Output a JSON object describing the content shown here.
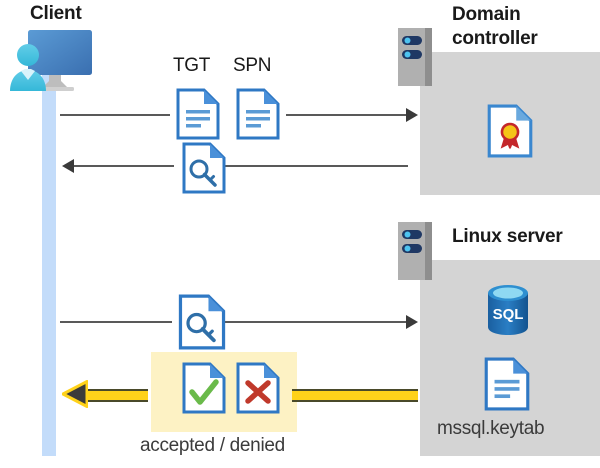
{
  "diagram": {
    "type": "kerberos-authentication-flow",
    "actors": {
      "client": {
        "title": "Client",
        "icon": "client-computer-icon"
      },
      "domain_controller": {
        "title": "Domain controller",
        "icon": "server-rack-icon"
      },
      "linux_server": {
        "title": "Linux server",
        "icon": "server-rack-icon"
      }
    },
    "labels": {
      "tgt": "TGT",
      "spn": "SPN",
      "accepted_denied": "accepted / denied",
      "keytab_file": "mssql.keytab"
    },
    "artifacts": {
      "tgt_doc": "document-icon",
      "spn_doc": "document-icon",
      "ticket_key_doc": "key-document-icon",
      "service_key_doc": "key-document-icon",
      "accepted_doc": "document-check-icon",
      "denied_doc": "document-x-icon",
      "certificate_doc": "certificate-icon",
      "sql_database": "sql-database-icon",
      "keytab_doc": "document-icon"
    },
    "flows": [
      {
        "id": "row-1",
        "from": "client",
        "to": "domain_controller",
        "direction": "right",
        "payload": [
          "TGT",
          "SPN"
        ]
      },
      {
        "id": "row-2",
        "from": "domain_controller",
        "to": "client",
        "direction": "left",
        "payload": [
          "key-document-icon"
        ]
      },
      {
        "id": "row-3",
        "from": "client",
        "to": "linux_server",
        "direction": "right",
        "payload": [
          "key-document-icon"
        ]
      },
      {
        "id": "row-4",
        "from": "linux_server",
        "to": "client",
        "direction": "left",
        "payload": [
          "accepted",
          "denied"
        ],
        "highlight": true
      }
    ],
    "colors": {
      "panel_gray": "#d4d4d4",
      "lifeline_blue": "#c3dcfa",
      "highlight_yellow": "#fdf2c4",
      "arrow_gray": "#595959",
      "yellow_arrow": "#ffd21a",
      "doc_blue": "#2f78c4",
      "check_green": "#6aba4a",
      "x_red": "#c0392b",
      "cert_gold": "#f5c518",
      "cert_ribbon_red": "#c4272b",
      "sql_blue": "#1f6fb5",
      "title_black": "#1a1a1a"
    }
  }
}
